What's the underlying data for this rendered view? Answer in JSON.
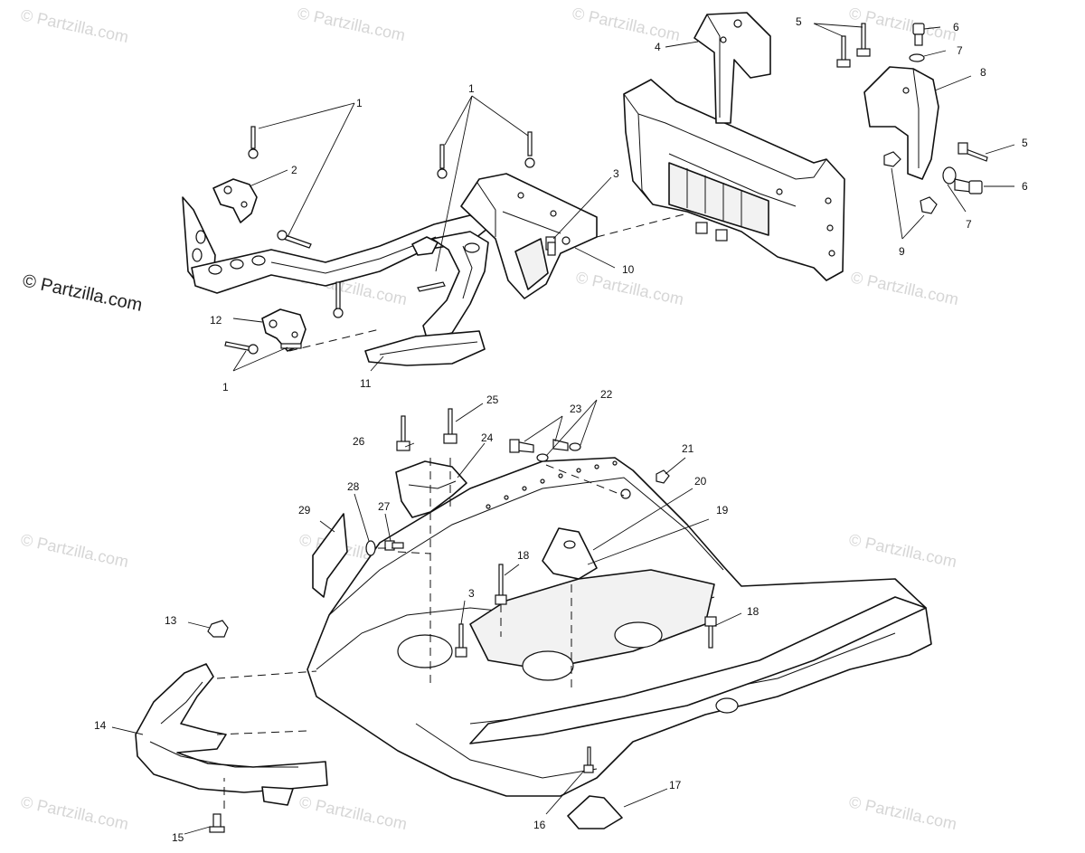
{
  "watermark": {
    "repeat_text": "© Partzilla.com",
    "prominent_text": "© Partzilla.com"
  },
  "callouts": [
    {
      "id": "c1a",
      "text": "1"
    },
    {
      "id": "c1b",
      "text": "1"
    },
    {
      "id": "c1c",
      "text": "1"
    },
    {
      "id": "c2",
      "text": "2"
    },
    {
      "id": "c3a",
      "text": "3"
    },
    {
      "id": "c3b",
      "text": "3"
    },
    {
      "id": "c4",
      "text": "4"
    },
    {
      "id": "c5a",
      "text": "5"
    },
    {
      "id": "c5b",
      "text": "5"
    },
    {
      "id": "c6a",
      "text": "6"
    },
    {
      "id": "c6b",
      "text": "6"
    },
    {
      "id": "c7a",
      "text": "7"
    },
    {
      "id": "c7b",
      "text": "7"
    },
    {
      "id": "c8",
      "text": "8"
    },
    {
      "id": "c9",
      "text": "9"
    },
    {
      "id": "c10",
      "text": "10"
    },
    {
      "id": "c11",
      "text": "11"
    },
    {
      "id": "c12",
      "text": "12"
    },
    {
      "id": "c13",
      "text": "13"
    },
    {
      "id": "c14",
      "text": "14"
    },
    {
      "id": "c15",
      "text": "15"
    },
    {
      "id": "c16",
      "text": "16"
    },
    {
      "id": "c17",
      "text": "17"
    },
    {
      "id": "c18a",
      "text": "18"
    },
    {
      "id": "c18b",
      "text": "18"
    },
    {
      "id": "c19",
      "text": "19"
    },
    {
      "id": "c20",
      "text": "20"
    },
    {
      "id": "c21",
      "text": "21"
    },
    {
      "id": "c22",
      "text": "22"
    },
    {
      "id": "c23",
      "text": "23"
    },
    {
      "id": "c24",
      "text": "24"
    },
    {
      "id": "c25",
      "text": "25"
    },
    {
      "id": "c26",
      "text": "26"
    },
    {
      "id": "c27",
      "text": "27"
    },
    {
      "id": "c28",
      "text": "28"
    },
    {
      "id": "c29",
      "text": "29"
    }
  ]
}
